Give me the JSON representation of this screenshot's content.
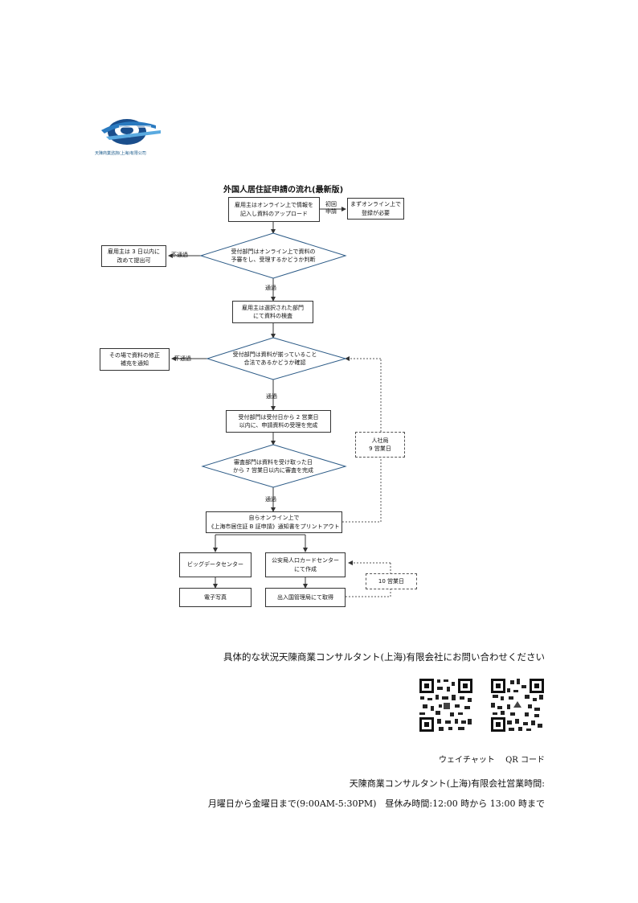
{
  "logo": {
    "caption": "天陳商業諮詢(上海)有限公司"
  },
  "flow_title": "外国人居住証申請の流れ(最新版)",
  "steps": {
    "s1": [
      "雇用主はオンライン上で情報を",
      "記入し資料のアップロード"
    ],
    "first_time": [
      "初回",
      "申請"
    ],
    "register": [
      "まずオンライン上で",
      "登録が必要"
    ],
    "d1": [
      "受付部門はオンライン上で資料の",
      "予審をし、受理するかどうか判断"
    ],
    "resubmit": [
      "雇用主は 3 日以内に",
      "改めて提出可"
    ],
    "s2": [
      "雇用主は選択された部門",
      "にて資料の検査"
    ],
    "d2": [
      "受付部門は資料が揃っていること",
      "合法であるかどうか確認"
    ],
    "correction": [
      "その場で資料の修正",
      "補充を通知"
    ],
    "s3": [
      "受付部門は受付日から 2 営業日",
      "以内に、申請資料の受理を完成"
    ],
    "hr": [
      "人社局",
      "9 営業日"
    ],
    "d3": [
      "審査部門は資料を受け取った日",
      "から 7 営業日以内に審査を完成"
    ],
    "s4": [
      "自らオンライン上で",
      "《上海市居住証 B 証申請》通知書をプリントアウト"
    ],
    "bigdata": "ビッグデータセンター",
    "photo": "電子写真",
    "police": [
      "公安局人口カードセンター",
      "にて作成"
    ],
    "immigration": "出入国管理局にて取得",
    "ten_days": "10 営業日",
    "pass": "通過",
    "fail": "不通過"
  },
  "contact": {
    "inquiry": "具体的な状況天陳商業コンサルタント(上海)有限会社にお問い合わせください",
    "qr_caption": "ウェイチャット　 QR コード",
    "hours_title": "天陳商業コンサルタント(上海)有限会社営業時間:",
    "hours": "月曜日から金曜日まで(9:00AM-5:30PM)　昼休み時間:12:00 時から 13:00 時まで"
  }
}
